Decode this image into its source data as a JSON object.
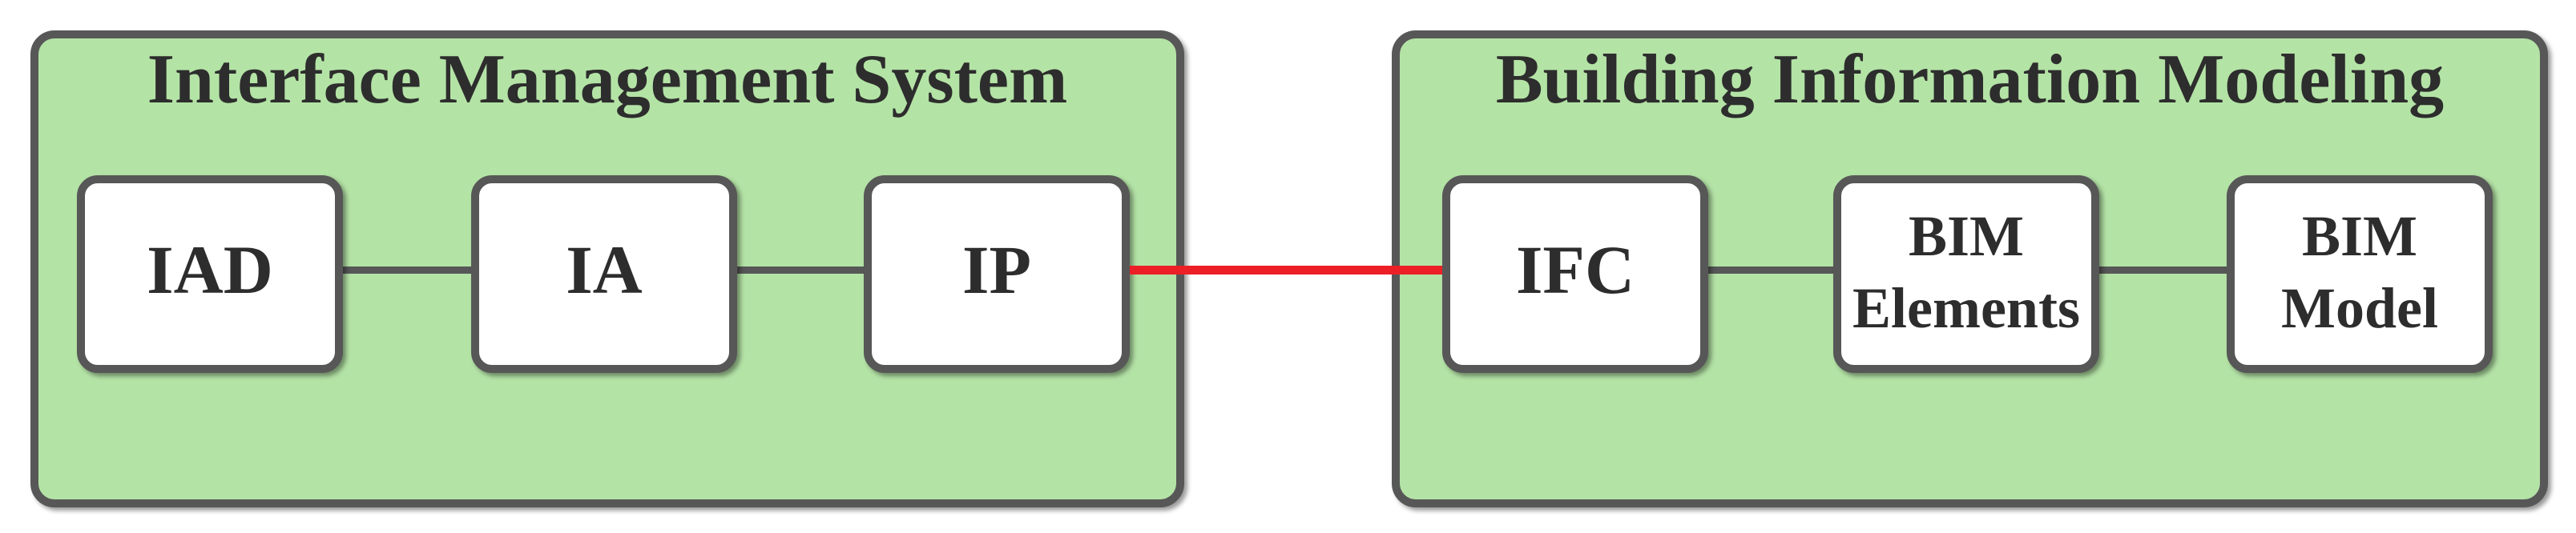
{
  "colors": {
    "group-fill": "#b4e3a6",
    "border": "#575757",
    "link": "#ed1f26",
    "text": "#2d2d2d",
    "page-bg": "#ffffff"
  },
  "groups": [
    {
      "title": "Interface Management System",
      "nodes": [
        "IAD",
        "IA",
        "IP"
      ]
    },
    {
      "title": "Building Information Modeling",
      "nodes": [
        "IFC",
        "BIM Elements",
        "BIM Model"
      ]
    }
  ],
  "connections": [
    {
      "from": "IAD",
      "to": "IA",
      "style": "solid-gray"
    },
    {
      "from": "IA",
      "to": "IP",
      "style": "solid-gray"
    },
    {
      "from": "IP",
      "to": "IFC",
      "style": "solid-red"
    },
    {
      "from": "IFC",
      "to": "BIM Elements",
      "style": "solid-gray"
    },
    {
      "from": "BIM Elements",
      "to": "BIM Model",
      "style": "solid-gray"
    }
  ]
}
